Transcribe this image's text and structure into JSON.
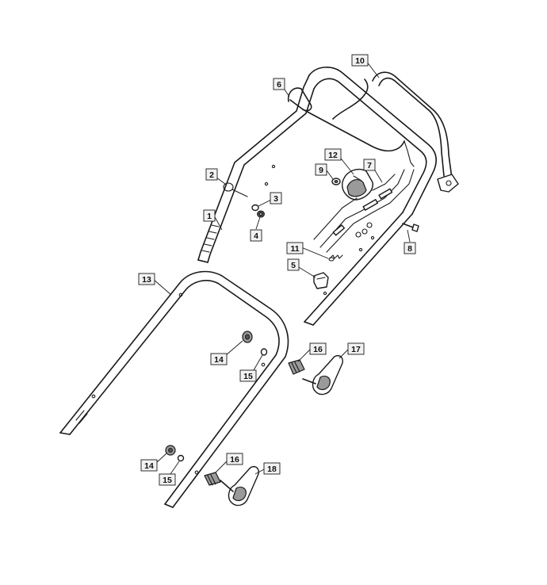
{
  "callouts": [
    {
      "id": "c1",
      "text": "1"
    },
    {
      "id": "c2",
      "text": "2"
    },
    {
      "id": "c3",
      "text": "3"
    },
    {
      "id": "c4",
      "text": "4"
    },
    {
      "id": "c5",
      "text": "5"
    },
    {
      "id": "c6",
      "text": "6"
    },
    {
      "id": "c7",
      "text": "7"
    },
    {
      "id": "c8",
      "text": "8"
    },
    {
      "id": "c9",
      "text": "9"
    },
    {
      "id": "c10",
      "text": "10"
    },
    {
      "id": "c11",
      "text": "11"
    },
    {
      "id": "c12",
      "text": "12"
    },
    {
      "id": "c13",
      "text": "13"
    },
    {
      "id": "c14a",
      "text": "14"
    },
    {
      "id": "c15a",
      "text": "15"
    },
    {
      "id": "c16a",
      "text": "16"
    },
    {
      "id": "c17",
      "text": "17"
    },
    {
      "id": "c14b",
      "text": "14"
    },
    {
      "id": "c15b",
      "text": "15"
    },
    {
      "id": "c16b",
      "text": "16"
    },
    {
      "id": "c18",
      "text": "18"
    }
  ]
}
